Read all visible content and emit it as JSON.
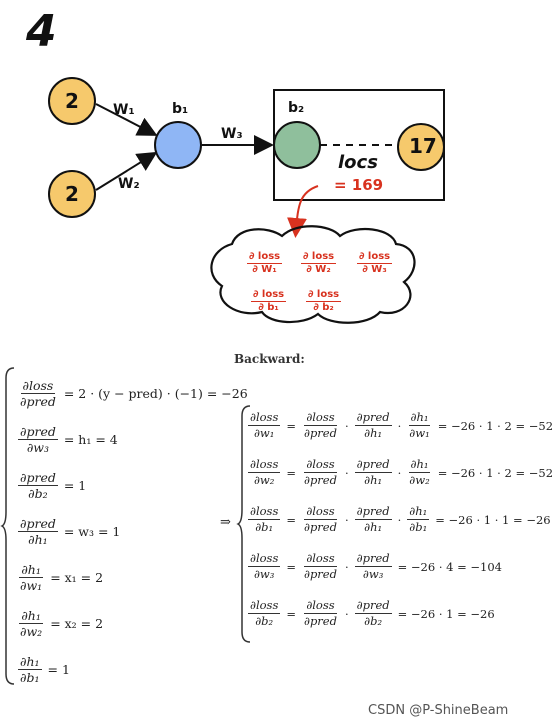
{
  "diagram": {
    "step_number": "4",
    "input1_value": "2",
    "input2_value": "2",
    "w1_label": "W₁",
    "w2_label": "W₂",
    "w3_label": "W₃",
    "b1_label": "b₁",
    "b2_label": "b₂",
    "target_value": "17",
    "loss_label": "locs",
    "loss_value": "= 169",
    "colors": {
      "input": "#f6c96c",
      "hidden": "#8fb6f5",
      "output": "#8fbf9c",
      "target": "#f6c96c",
      "annotation": "#d8321f"
    },
    "cloud_gradients": [
      {
        "num": "∂ loss",
        "den": "∂ W₁"
      },
      {
        "num": "∂ loss",
        "den": "∂ W₂"
      },
      {
        "num": "∂ loss",
        "den": "∂ W₃"
      },
      {
        "num": "∂ loss",
        "den": "∂ b₁"
      },
      {
        "num": "∂ loss",
        "den": "∂ b₂"
      }
    ]
  },
  "backward": {
    "heading": "Backward:",
    "left": [
      {
        "num": "∂loss",
        "den": "∂pred",
        "rhs": "= 2 · (y − pred) · (−1) = −26"
      },
      {
        "num": "∂pred",
        "den": "∂w₃",
        "rhs": "= h₁ = 4"
      },
      {
        "num": "∂pred",
        "den": "∂b₂",
        "rhs": "= 1"
      },
      {
        "num": "∂pred",
        "den": "∂h₁",
        "rhs": "= w₃ = 1"
      },
      {
        "num": "∂h₁",
        "den": "∂w₁",
        "rhs": "= x₁ = 2"
      },
      {
        "num": "∂h₁",
        "den": "∂w₂",
        "rhs": "= x₂ = 2"
      },
      {
        "num": "∂h₁",
        "den": "∂b₁",
        "rhs": "= 1"
      }
    ],
    "implies": "⇒",
    "right": [
      {
        "lhs": [
          "∂loss",
          "∂w₁"
        ],
        "terms": [
          [
            "∂loss",
            "∂pred"
          ],
          [
            "∂pred",
            "∂h₁"
          ],
          [
            "∂h₁",
            "∂w₁"
          ]
        ],
        "rhs": "= −26 · 1 · 2 = −52"
      },
      {
        "lhs": [
          "∂loss",
          "∂w₂"
        ],
        "terms": [
          [
            "∂loss",
            "∂pred"
          ],
          [
            "∂pred",
            "∂h₁"
          ],
          [
            "∂h₁",
            "∂w₂"
          ]
        ],
        "rhs": "= −26 · 1 · 2 = −52"
      },
      {
        "lhs": [
          "∂loss",
          "∂b₁"
        ],
        "terms": [
          [
            "∂loss",
            "∂pred"
          ],
          [
            "∂pred",
            "∂h₁"
          ],
          [
            "∂h₁",
            "∂b₁"
          ]
        ],
        "rhs": "= −26 · 1 · 1 = −26"
      },
      {
        "lhs": [
          "∂loss",
          "∂w₃"
        ],
        "terms": [
          [
            "∂loss",
            "∂pred"
          ],
          [
            "∂pred",
            "∂w₃"
          ]
        ],
        "rhs": "= −26 · 4 = −104"
      },
      {
        "lhs": [
          "∂loss",
          "∂b₂"
        ],
        "terms": [
          [
            "∂loss",
            "∂pred"
          ],
          [
            "∂pred",
            "∂b₂"
          ]
        ],
        "rhs": "= −26 · 1 = −26"
      }
    ]
  },
  "watermark": "CSDN @P-ShineBeam"
}
